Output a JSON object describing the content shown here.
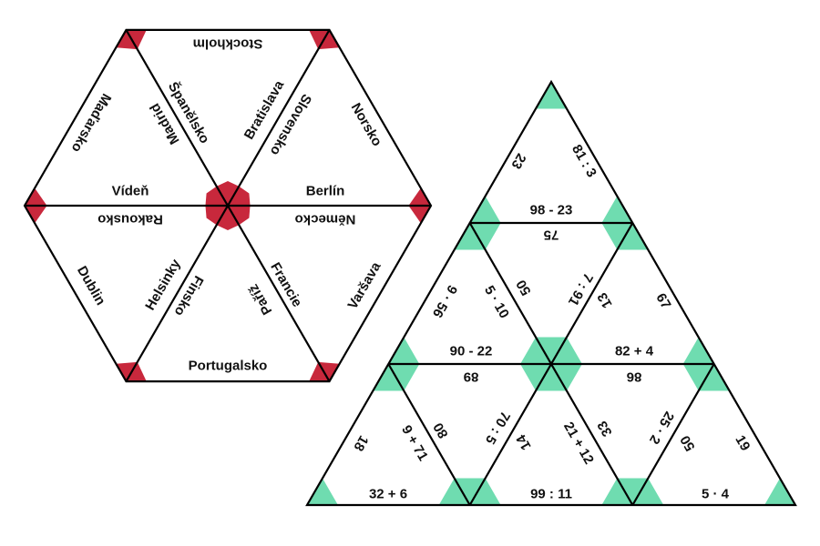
{
  "colors": {
    "background": "#ffffff",
    "hexagon_corner": "#c8283c",
    "triangle_corner": "#6fdcb0",
    "line": "#000000",
    "text": "#111111"
  },
  "hexagon": {
    "labels": [
      "Stockholm",
      "Španělsko",
      "Bratislava",
      "Madrid",
      "Slovensko",
      "Maďarsko",
      "Norsko",
      "Vídeň",
      "Berlín",
      "Rakousko",
      "Německo",
      "Dublin",
      "Helsinky",
      "Finsko",
      "Paříž",
      "Francie",
      "Varšava",
      "Portugalsko"
    ]
  },
  "triangle": {
    "labels": [
      "23",
      "81 : 3",
      "98 - 23",
      "75",
      "9 · 56",
      "50",
      "5 · 10",
      "7 : 91",
      "13",
      "67",
      "90 - 22",
      "82 + 4",
      "89",
      "86",
      "18",
      "9 + 71",
      "80",
      "70 : 5",
      "14",
      "21 + 12",
      "33",
      "25 · 2",
      "50",
      "19",
      "32 + 6",
      "99 : 11",
      "5 · 4"
    ]
  }
}
